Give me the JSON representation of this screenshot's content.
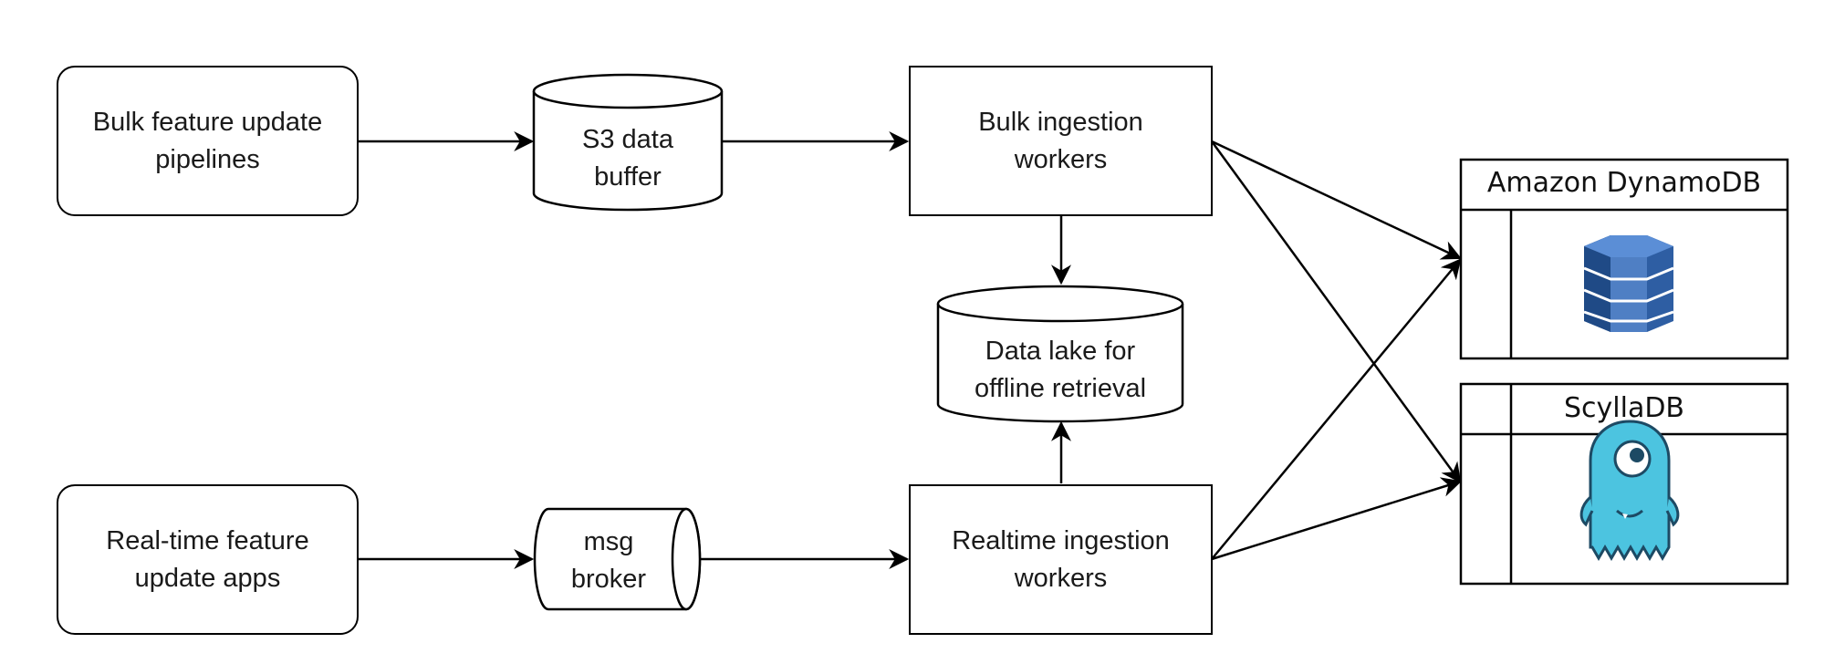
{
  "nodes": {
    "bulk_pipelines": "Bulk feature update\npipelines",
    "s3_buffer": "S3 data\nbuffer",
    "bulk_workers": "Bulk ingestion\nworkers",
    "data_lake": "Data lake for\noffline retrieval",
    "realtime_apps": "Real-time feature\nupdate apps",
    "msg_broker": "msg\nbroker",
    "realtime_workers": "Realtime ingestion\nworkers"
  },
  "databases": {
    "dynamo": {
      "title": "Amazon DynamoDB",
      "icon": "dynamodb-logo-icon",
      "color": "#2e5ea3"
    },
    "scylla": {
      "title": "ScyllaDB",
      "icon": "scylladb-monster-icon",
      "color": "#4cc4e0"
    }
  }
}
